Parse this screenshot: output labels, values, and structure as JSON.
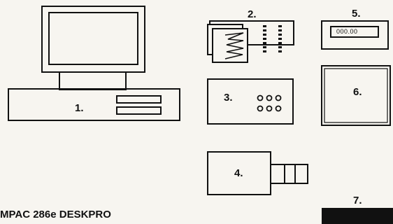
{
  "labels": {
    "computer": "1.",
    "recorder": "2.",
    "box3": "3.",
    "box4": "4.",
    "meter": "5.",
    "monitor6": "6.",
    "item7": "7."
  },
  "meter_display": "000.00",
  "caption": "MPAC 286e DESKPRO"
}
